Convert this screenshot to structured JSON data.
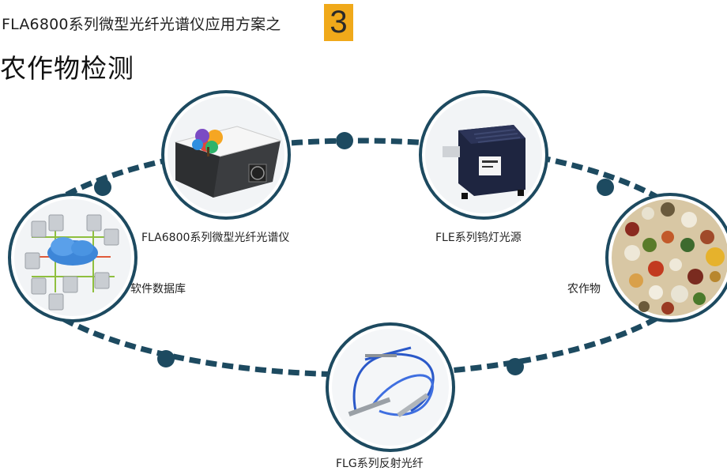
{
  "header": {
    "title": "FLA6800系列微型光纤光谱仪应用方案之",
    "number": "3"
  },
  "main_title": "农作物检测",
  "nodes": {
    "spectrometer": {
      "label": "FLA6800系列微型光纤光谱仪",
      "icon": "spectrometer-device-image"
    },
    "light_source": {
      "label": "FLE系列钨灯光源",
      "icon": "tungsten-light-source-image"
    },
    "crops": {
      "label": "农作物",
      "icon": "crops-grains-image"
    },
    "fiber": {
      "label": "FLG系列反射光纤",
      "icon": "reflection-fiber-image"
    },
    "database": {
      "label": "软件数据库",
      "icon": "software-database-image"
    }
  },
  "colors": {
    "accent": "#f0a91a",
    "ring": "#1d4a60",
    "node_border": "#1d4a60"
  }
}
